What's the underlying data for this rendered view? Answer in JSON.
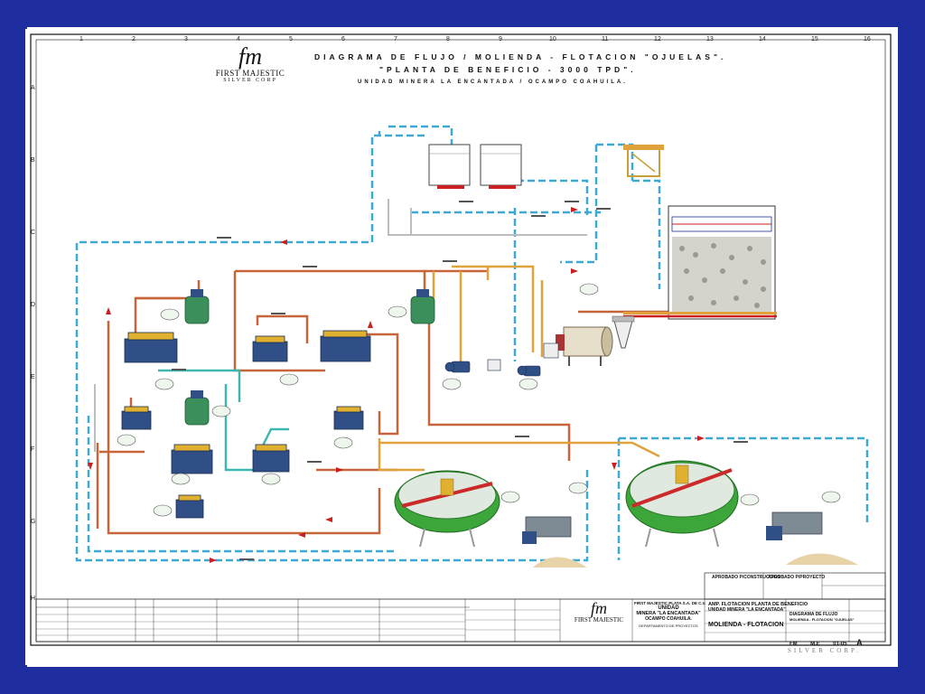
{
  "title": {
    "line1": "DIAGRAMA DE FLUJO / MOLIENDA - FLOTACION \"OJUELAS\".",
    "line2": "\"PLANTA DE BENEFICIO - 3000 TPD\".",
    "line3": "UNIDAD MINERA LA ENCANTADA / OCAMPO COAHUILA."
  },
  "logo": {
    "monogram": "fm",
    "company_line1": "FIRST MAJESTIC",
    "company_line2": "SILVER CORP"
  },
  "grid": {
    "columns": [
      "1",
      "2",
      "3",
      "4",
      "5",
      "6",
      "7",
      "8",
      "9",
      "10",
      "11",
      "12",
      "13",
      "14",
      "15",
      "16"
    ],
    "rows": [
      "A",
      "B",
      "C",
      "D",
      "E",
      "F",
      "G",
      "H"
    ]
  },
  "title_block": {
    "company": "FIRST MAJESTIC PLATA S.A. DE C.V.",
    "unit_label": "UNIDAD",
    "unit_name": "MINERA \"LA ENCANTADA\"",
    "location": "OCAMPO COAHUILA.",
    "department": "DEPARTAMENTO DE PROYECTOS",
    "project": "AMP. FLOTACION PLANTA DE BENEFICIO",
    "project_sub": "UNIDAD MINERA \"LA ENCANTADA\"",
    "drawing_title": "MOLIENDA - FLOTACION",
    "drawing_name": "DIAGRAMA DE FLUJO",
    "drawing_name_sub": "MOLIENDA - FLOTACION \"OJUELAS\"",
    "approved_construction": "APROBADO P/CONSTRUCCION",
    "approved_project": "APROBADO P/PROYECTO",
    "revision": "A",
    "sheet": "01-05",
    "by": "FM",
    "checked": "M.E"
  },
  "footer_watermark": "SILVER CORP.",
  "colors": {
    "frame_blue": "#1f2e9e",
    "pipe_blue": "#3fa9d6",
    "pipe_orange": "#c8643a",
    "pipe_gold": "#e0a23a",
    "pipe_teal": "#3cb8b0",
    "pipe_gray": "#bdbdbd",
    "cell_blue": "#2f4f86",
    "tank_green": "#3a8f5a",
    "thickener_green": "#3ca63a",
    "label_red": "#cc1f1f"
  }
}
